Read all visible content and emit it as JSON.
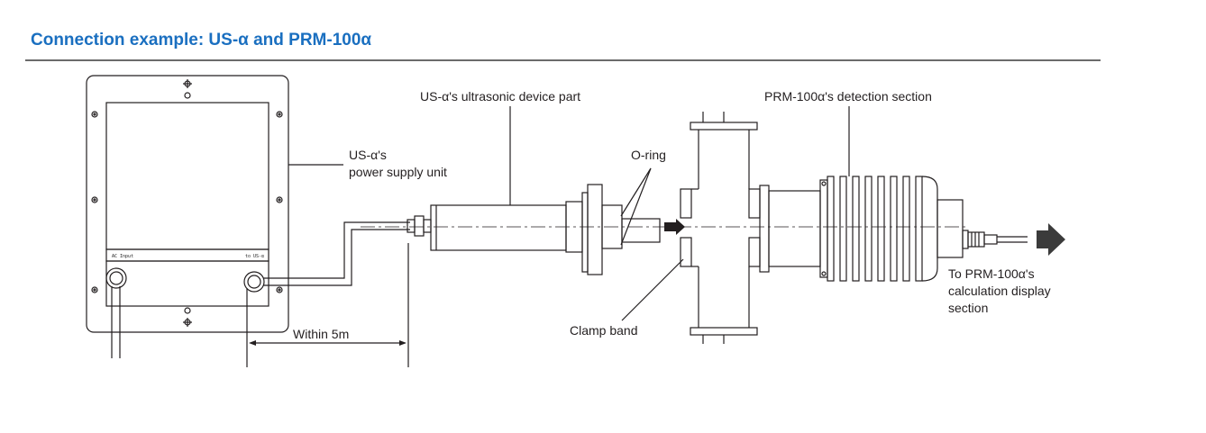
{
  "header": {
    "title": "Connection example: US-α and PRM-100α",
    "accent_color": "#1a6fc0"
  },
  "diagram": {
    "labels": {
      "power_supply_line1": "US-α's",
      "power_supply_line2": "power supply unit",
      "ultrasonic_part": "US-α's ultrasonic device part",
      "detection_section": "PRM-100α's detection section",
      "o_ring": "O-ring",
      "clamp_band": "Clamp band",
      "within": "Within 5m",
      "to_calc_line1": "To PRM-100α's",
      "to_calc_line2": "calculation display",
      "to_calc_line3": "section"
    },
    "panel_labels": {
      "left": "AC Input",
      "right": "to US-α"
    }
  }
}
